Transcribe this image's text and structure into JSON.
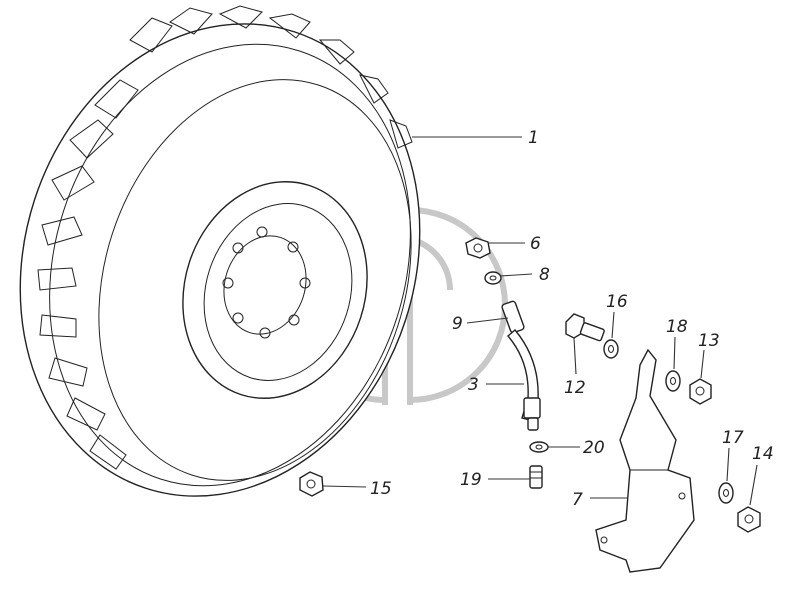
{
  "callouts": [
    {
      "id": "1",
      "text": "1"
    },
    {
      "id": "6",
      "text": "6"
    },
    {
      "id": "8",
      "text": "8"
    },
    {
      "id": "9",
      "text": "9"
    },
    {
      "id": "3",
      "text": "3"
    },
    {
      "id": "16",
      "text": "16"
    },
    {
      "id": "18",
      "text": "18"
    },
    {
      "id": "13",
      "text": "13"
    },
    {
      "id": "12",
      "text": "12"
    },
    {
      "id": "20",
      "text": "20"
    },
    {
      "id": "19",
      "text": "19"
    },
    {
      "id": "7",
      "text": "7"
    },
    {
      "id": "17",
      "text": "17"
    },
    {
      "id": "14",
      "text": "14"
    },
    {
      "id": "15",
      "text": "15"
    }
  ]
}
